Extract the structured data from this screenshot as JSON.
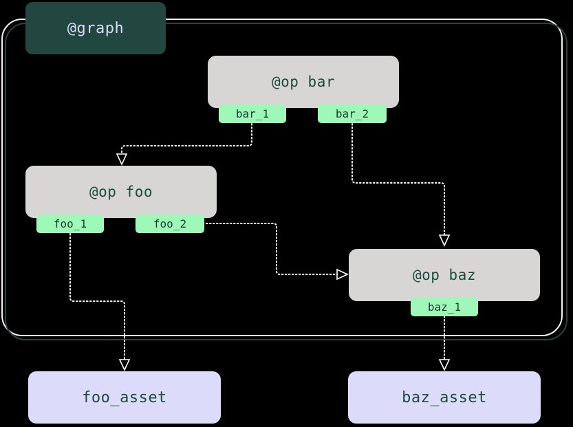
{
  "diagram": {
    "title": "@graph",
    "background_color": "#000000",
    "container": {
      "label": "@graph",
      "border_color": "#1d4a41",
      "highlight_color": "#f2f5f3",
      "header_fill": "#224740",
      "header_text_color": "#d9dcf8"
    },
    "colors": {
      "op_fill": "#d8d6d4",
      "op_text": "#1d4a41",
      "port_fill": "#9ef9b8",
      "port_text": "#163c34",
      "asset_fill": "#dcdcfa",
      "asset_text": "#1d4a41",
      "edge": "#ffffff"
    },
    "ops": [
      {
        "id": "bar",
        "label": "@op bar",
        "ports": [
          {
            "id": "bar_1",
            "label": "bar_1"
          },
          {
            "id": "bar_2",
            "label": "bar_2"
          }
        ]
      },
      {
        "id": "foo",
        "label": "@op foo",
        "ports": [
          {
            "id": "foo_1",
            "label": "foo_1"
          },
          {
            "id": "foo_2",
            "label": "foo_2"
          }
        ]
      },
      {
        "id": "baz",
        "label": "@op baz",
        "ports": [
          {
            "id": "baz_1",
            "label": "baz_1"
          }
        ]
      }
    ],
    "assets": [
      {
        "id": "foo_asset",
        "label": "foo_asset"
      },
      {
        "id": "baz_asset",
        "label": "baz_asset"
      }
    ],
    "edges": [
      {
        "from": "bar_1",
        "to": "foo",
        "style": "dotted",
        "arrow": "open"
      },
      {
        "from": "bar_2",
        "to": "baz",
        "style": "dotted",
        "arrow": "open"
      },
      {
        "from": "foo_2",
        "to": "baz",
        "style": "dotted",
        "arrow": "open"
      },
      {
        "from": "foo_1",
        "to": "foo_asset",
        "style": "dotted",
        "arrow": "open"
      },
      {
        "from": "baz_1",
        "to": "baz_asset",
        "style": "dotted",
        "arrow": "open"
      }
    ]
  }
}
